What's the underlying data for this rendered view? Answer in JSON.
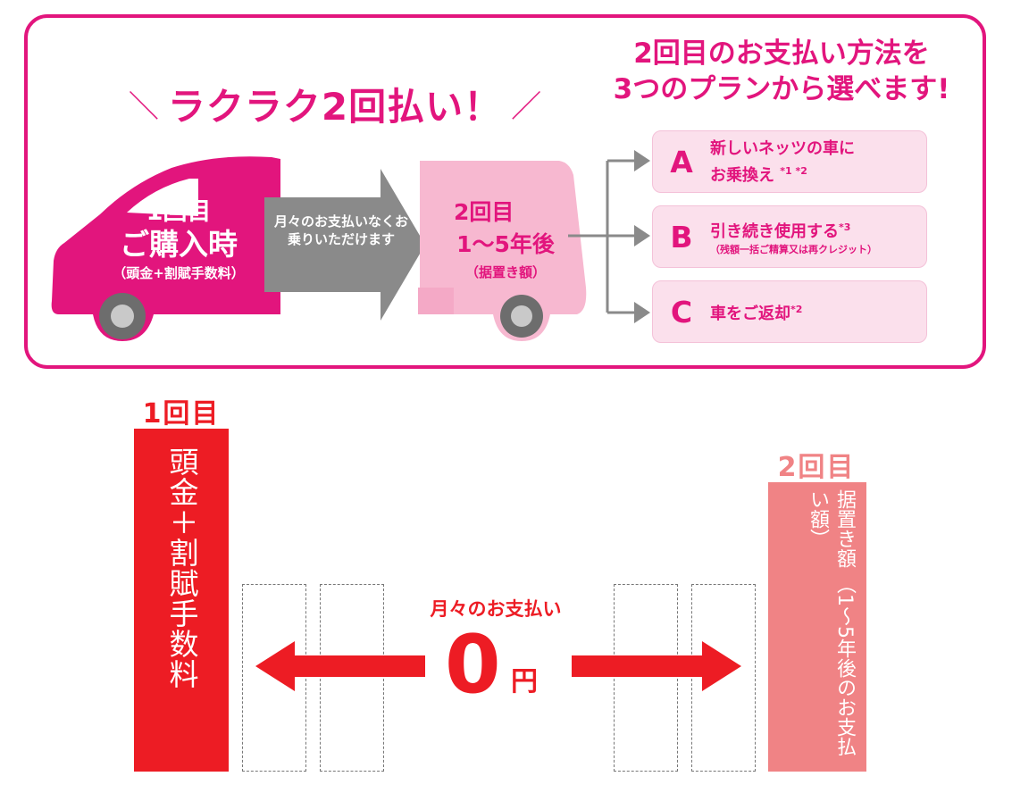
{
  "headline": {
    "slash_left": "＼",
    "title": "ラクラク2回払い！",
    "slash_right": "／"
  },
  "plan_heading": {
    "line1": "2回目のお支払い方法を",
    "line2": "3つのプランから選べます!"
  },
  "first_car": {
    "line1": "1回目",
    "line2": "ご購入時",
    "line3": "（頭金+割賦手数料）"
  },
  "monthly_arrow": {
    "text": "月々のお支払いなくお乗りいただけます"
  },
  "second_car": {
    "line1": "2回目",
    "line2": "1〜5年後",
    "line3": "（据置き額）"
  },
  "plans": [
    {
      "letter": "A",
      "line1": "新しいネッツの車に",
      "line2": "お乗換え",
      "marks": "*1 *2",
      "note": ""
    },
    {
      "letter": "B",
      "line1": "引き続き使用する",
      "marks": "*3",
      "note": "（残額一括ご精算又は再クレジット）"
    },
    {
      "letter": "C",
      "line1": "車をご返却",
      "marks": "*2",
      "note": ""
    }
  ],
  "lower": {
    "first_label": "1回目",
    "first_bar": "頭金＋割賦手数料",
    "second_label": "2回目",
    "second_bar_line1": "据置き額",
    "second_bar_line2": "（1〜5年後のお支払い額）",
    "monthly_label": "月々のお支払い",
    "amount": "0",
    "unit": "円"
  },
  "colors": {
    "magenta": "#e2157d",
    "pink_light": "#f7b8d0",
    "gray": "#8a8a8a",
    "red": "#ed1c24",
    "salmon": "#f08385"
  }
}
